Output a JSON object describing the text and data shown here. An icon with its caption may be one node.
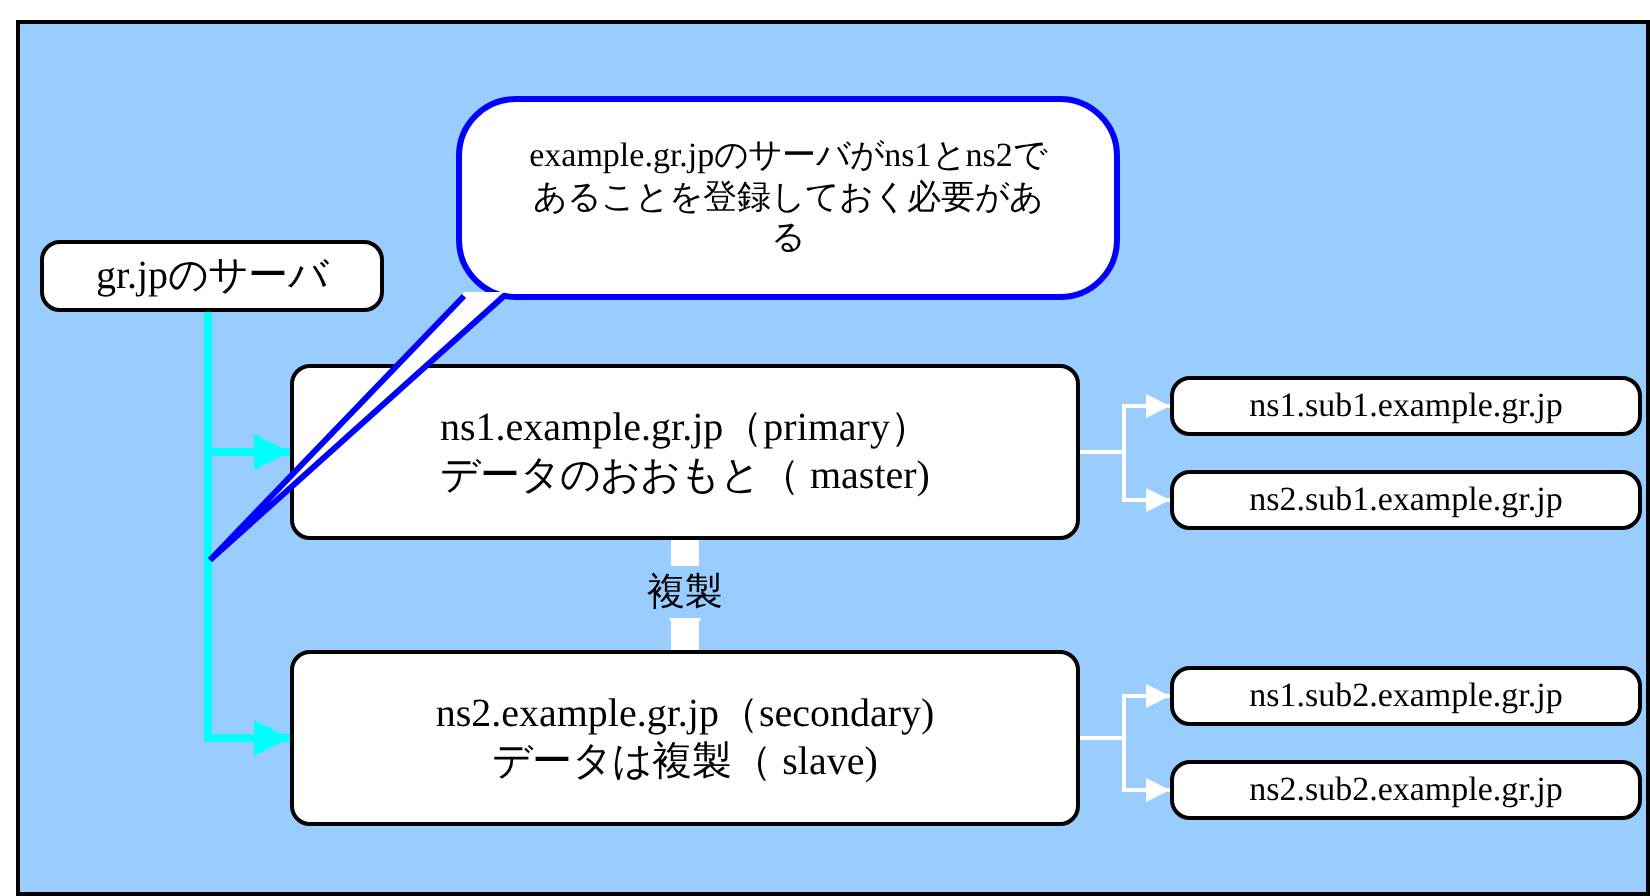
{
  "diagram": {
    "nodes": [
      {
        "text": [
          "gr.jpのサーバ"
        ]
      },
      {
        "text": [
          "example.gr.jpのサーバがns1とns2であることを登録しておく必要がある"
        ]
      },
      {
        "text": [
          "ns1.example.gr.jp（primary）",
          "データのおおもと（ master)"
        ]
      },
      {
        "text": [
          "ns2.example.gr.jp（secondary)",
          "データは複製（ slave)"
        ]
      },
      {
        "text": [
          "ns1.sub1.example.gr.jp"
        ]
      },
      {
        "text": [
          "ns2.sub1.example.gr.jp"
        ]
      },
      {
        "text": [
          "ns1.sub2.example.gr.jp"
        ]
      },
      {
        "text": [
          "ns2.sub2.example.gr.jp"
        ]
      }
    ],
    "edges": [
      {
        "from": 0,
        "to": 2,
        "arrow": "to",
        "color": "#00ffff",
        "style": "thick"
      },
      {
        "from": 0,
        "to": 3,
        "arrow": "to",
        "color": "#00ffff",
        "style": "thick"
      },
      {
        "from": 2,
        "to": 3,
        "arrow": "to",
        "label": "複製",
        "style": "thick"
      },
      {
        "from": 2,
        "to": 4,
        "arrow": "to"
      },
      {
        "from": 2,
        "to": 5,
        "arrow": "to"
      },
      {
        "from": 3,
        "to": 6,
        "arrow": "to"
      },
      {
        "from": 3,
        "to": 7,
        "arrow": "to"
      }
    ]
  }
}
